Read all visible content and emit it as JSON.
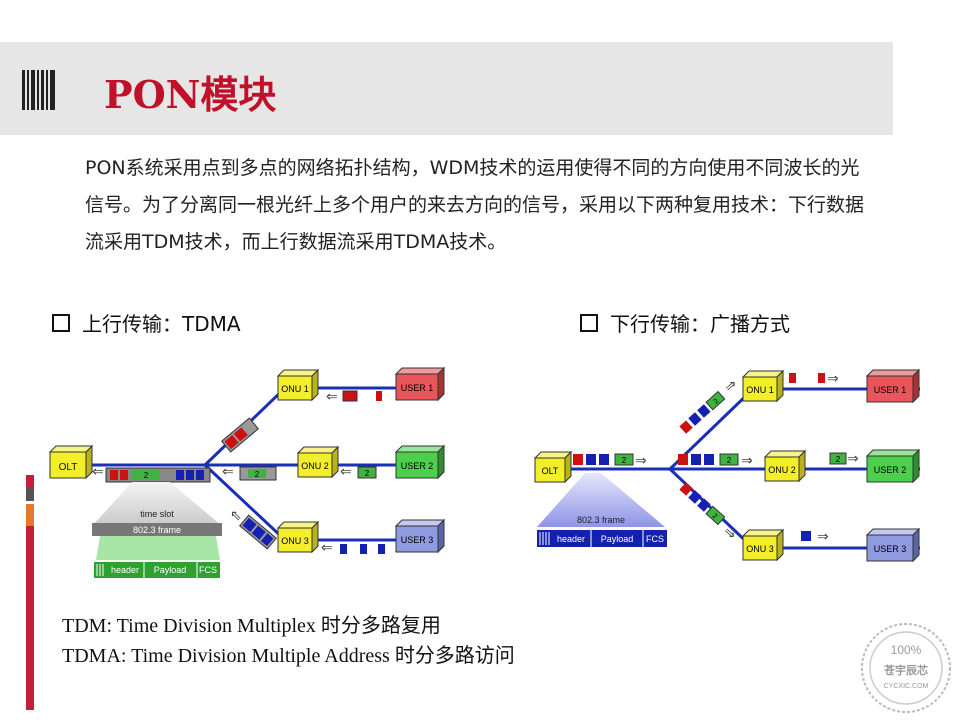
{
  "title": "PON模块",
  "intro": "PON系统采用点到多点的网络拓扑结构，WDM技术的运用使得不同的方向使用不同波长的光信号。为了分离同一根光纤上多个用户的来去方向的信号，采用以下两种复用技术：下行数据流采用TDM技术，而上行数据流采用TDMA技术。",
  "sections": {
    "upstream": "上行传输：TDMA",
    "downstream": "下行传输：广播方式"
  },
  "upstream_diagram": {
    "olt": "OLT",
    "onus": [
      "ONU 1",
      "ONU 2",
      "ONU 3"
    ],
    "users": [
      "USER 1",
      "USER 2",
      "USER 3"
    ],
    "packet_label": "2",
    "time_slot": "time slot",
    "frame": "802.3 frame",
    "fields": [
      "header",
      "Payload",
      "FCS"
    ]
  },
  "downstream_diagram": {
    "olt": "OLT",
    "onus": [
      "ONU 1",
      "ONU 2",
      "ONU 3"
    ],
    "users": [
      "USER 1",
      "USER 2",
      "USER 3"
    ],
    "packet_label": "2",
    "frame": "802.3 frame",
    "fields": [
      "header",
      "Payload",
      "FCS"
    ]
  },
  "footer": {
    "line1": "TDM: Time Division Multiplex 时分多路复用",
    "line2": "TDMA: Time Division Multiple Address 时分多路访问"
  },
  "stamp": {
    "percent": "100%",
    "name": "苍宇辰芯",
    "site": "CYCXIC.COM"
  },
  "colors": {
    "title": "#c0102a",
    "fiber": "#1a2fb8",
    "onu": "#f2ee2a",
    "user1": "#e8555a",
    "user2": "#4ccf4c",
    "user3": "#8f9ae0",
    "packet_red": "#cc1111",
    "packet_green": "#3fb23f",
    "packet_blue": "#1320b0"
  }
}
